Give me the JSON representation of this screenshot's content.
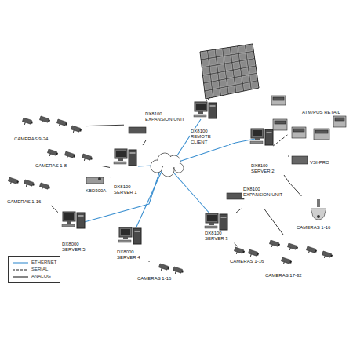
{
  "diagram": {
    "nodes": [
      {
        "text": [
          "CAMERAS 9-24"
        ]
      },
      {
        "text": [
          "CAMERAS 1-8"
        ]
      },
      {
        "text": [
          "DX8100 EXPANSION UNIT"
        ]
      },
      {
        "text": [
          "DX8100 REMOTE CLIENT"
        ]
      },
      {
        "text": [
          "KBD300A"
        ]
      },
      {
        "text": [
          "DX8100 SERVER 1"
        ]
      },
      {
        "text": [
          "ATM/POS RETAIL"
        ]
      },
      {
        "text": [
          "DX8100 SERVER 2"
        ]
      },
      {
        "text": [
          "VSI-PRO"
        ]
      },
      {
        "text": [
          "CAMERAS 1-16"
        ]
      },
      {
        "text": [
          "DX8000 SERVER 5"
        ]
      },
      {
        "text": [
          "DX8100 EXPANSION UNIT"
        ]
      },
      {
        "text": [
          "CAMERAS 1-16"
        ]
      },
      {
        "text": [
          "DX8100 SERVER 3"
        ]
      },
      {
        "text": [
          "DX8000 SERVER 4"
        ]
      },
      {
        "text": [
          "CAMERAS 1-16"
        ]
      },
      {
        "text": [
          "CAMERAS 1-16"
        ]
      },
      {
        "text": [
          "CAMERAS 17-32"
        ]
      }
    ],
    "edges": [
      {
        "from": 0,
        "to": 2,
        "arrow": "none"
      },
      {
        "from": 1,
        "to": 5,
        "arrow": "none"
      },
      {
        "from": 2,
        "to": 5,
        "arrow": "none"
      },
      {
        "from": 4,
        "to": 5,
        "arrow": "none"
      },
      {
        "from": 6,
        "to": 7,
        "arrow": "none"
      },
      {
        "from": 8,
        "to": 7,
        "arrow": "none"
      },
      {
        "from": 9,
        "to": 10,
        "arrow": "none"
      },
      {
        "from": 11,
        "to": 13,
        "arrow": "none"
      },
      {
        "from": 12,
        "to": 7,
        "arrow": "none"
      },
      {
        "from": 15,
        "to": 13,
        "arrow": "none"
      },
      {
        "from": 17,
        "to": 11,
        "arrow": "none"
      },
      {
        "from": 16,
        "to": 14,
        "arrow": "none"
      }
    ],
    "legend": [
      {
        "text": "ETHERNET"
      },
      {
        "text": "SERIAL"
      },
      {
        "text": "ANALOG"
      }
    ]
  }
}
